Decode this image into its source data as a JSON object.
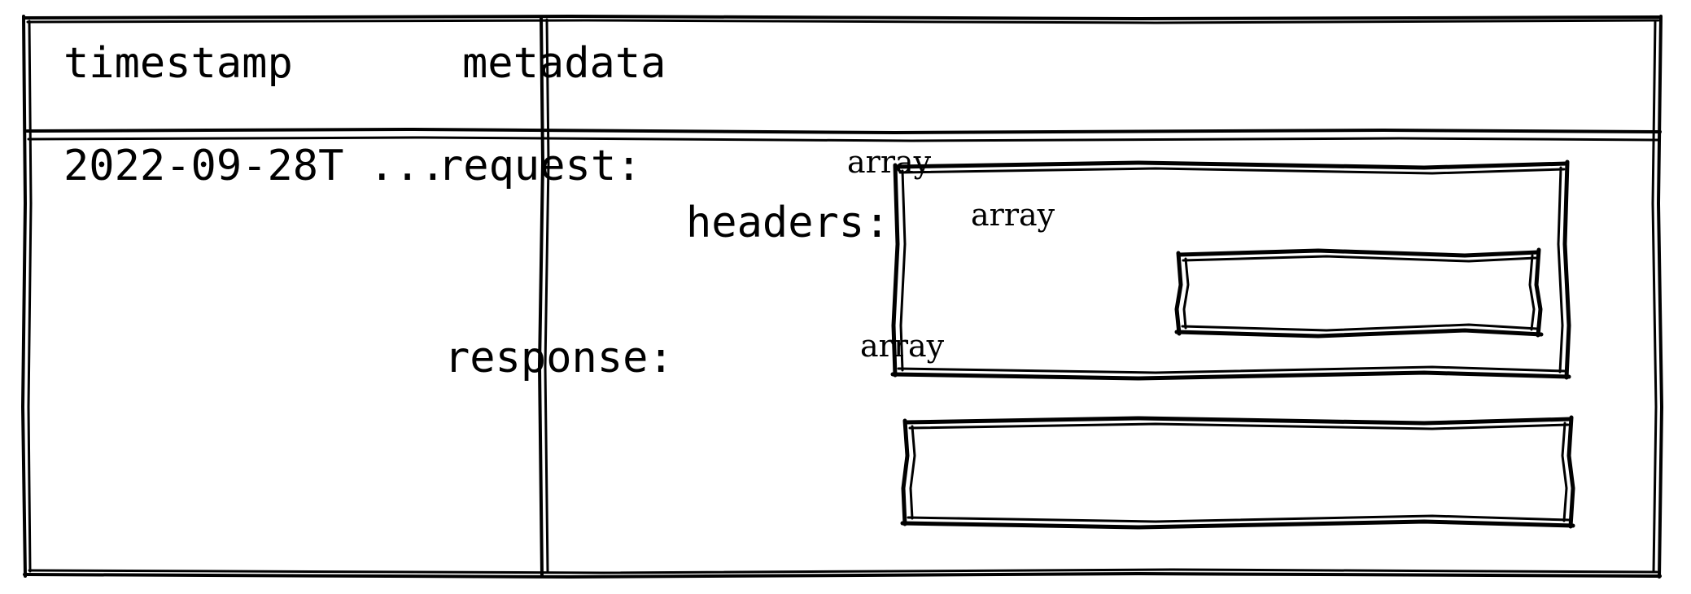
{
  "diagram": {
    "style": "hand-drawn-sketch",
    "stroke_color": "#000000",
    "background_color": "#ffffff"
  },
  "table": {
    "columns": [
      {
        "key": "timestamp",
        "header": "timestamp"
      },
      {
        "key": "metadata",
        "header": "metadata"
      }
    ],
    "rows": [
      {
        "timestamp": "2022-09-28T ...",
        "metadata": {
          "fields": [
            {
              "name": "request:",
              "type": "array",
              "children": [
                {
                  "name": "headers:",
                  "type": "array"
                }
              ]
            },
            {
              "name": "response:",
              "type": "array",
              "children": []
            }
          ]
        }
      }
    ]
  },
  "labels": {
    "header_timestamp": "timestamp",
    "header_metadata": "metadata",
    "value_timestamp": "2022-09-28T ...",
    "field_request": "request:",
    "field_headers": "headers:",
    "field_response": "response:",
    "type_request": "array",
    "type_headers": "array",
    "type_response": "array"
  }
}
